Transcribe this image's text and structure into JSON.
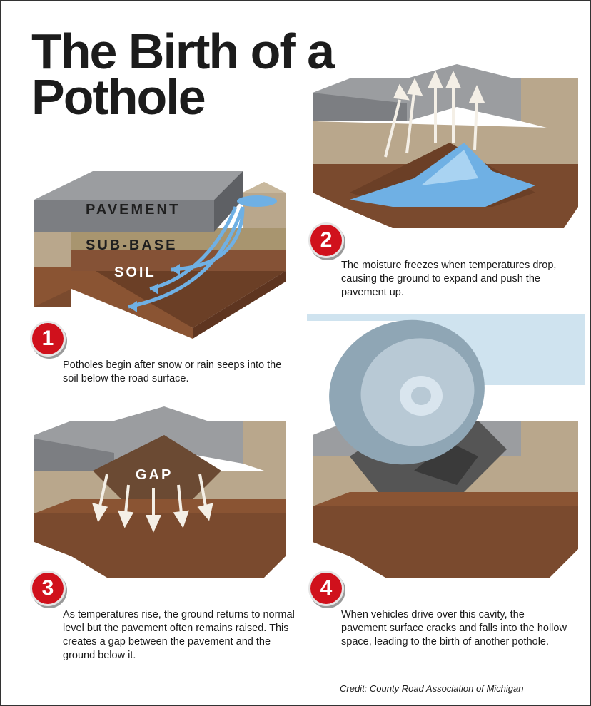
{
  "title": "The Birth of a Pothole",
  "layer_labels": {
    "pavement": "PAVEMENT",
    "subbase": "SUB-BASE",
    "soil": "SOIL",
    "gap": "GAP"
  },
  "steps": [
    {
      "number": "1",
      "caption": "Potholes begin after snow or rain seeps into the soil below the road surface."
    },
    {
      "number": "2",
      "caption": "The moisture freezes when temperatures drop, causing the ground to expand and push the pavement up."
    },
    {
      "number": "3",
      "caption": "As temperatures rise, the ground returns to normal level but the pavement often remains raised. This creates a gap between the pavement and the ground below it."
    },
    {
      "number": "4",
      "caption": "When vehicles drive over this cavity, the pavement surface cracks and falls into the hollow space, leading to the birth of another pothole."
    }
  ],
  "credit": "Credit: County Road Association of Michigan",
  "colors": {
    "pavement_top": "#8d8f92",
    "pavement_side": "#6a6c70",
    "subbase": "#b9a78c",
    "soil": "#7a4a2e",
    "water": "#6fb0e4",
    "badge": "#d0111c"
  }
}
